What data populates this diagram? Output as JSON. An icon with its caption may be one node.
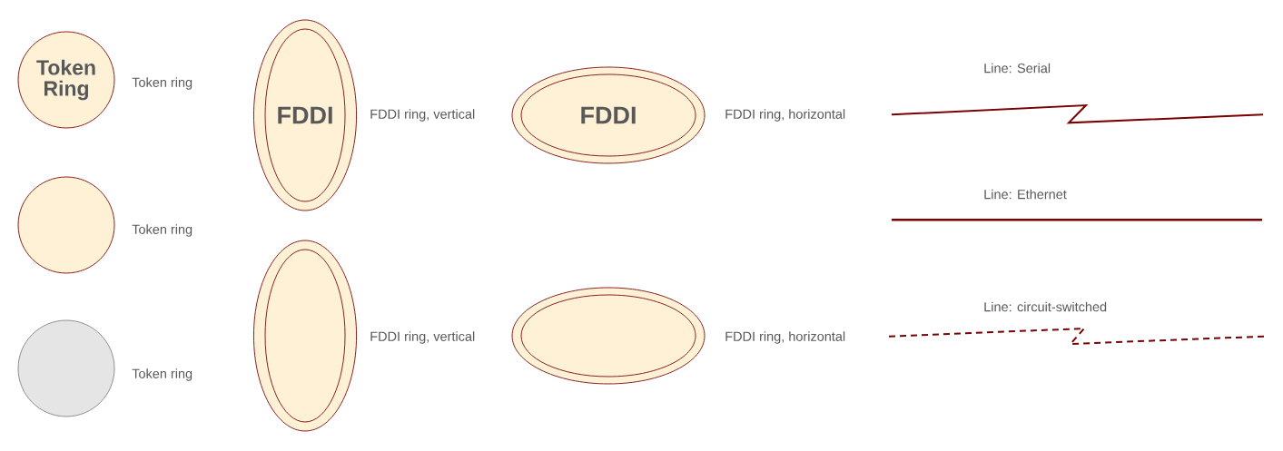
{
  "diagram": {
    "nodes": [
      {
        "text": [
          "Token Ring"
        ],
        "beside": [
          "Token ring"
        ]
      },
      {
        "text": [],
        "shape": "circle",
        "beside": [
          "Token ring"
        ]
      },
      {
        "text": [],
        "shape": "circle",
        "beside": [
          "Token ring"
        ]
      },
      {
        "text": [
          "FDDI"
        ],
        "beside": [
          "FDDI ring, vertical"
        ]
      },
      {
        "text": [],
        "shape": "ellipse",
        "beside": [
          "FDDI ring, vertical"
        ]
      },
      {
        "text": [
          "FDDI"
        ],
        "beside": [
          "FDDI ring, horizontal"
        ]
      },
      {
        "text": [],
        "shape": "ellipse",
        "beside": [
          "FDDI ring, horizontal"
        ]
      }
    ],
    "labels": [
      "Line: Serial",
      "Line: Ethernet",
      "Line: circuit-switched"
    ]
  }
}
